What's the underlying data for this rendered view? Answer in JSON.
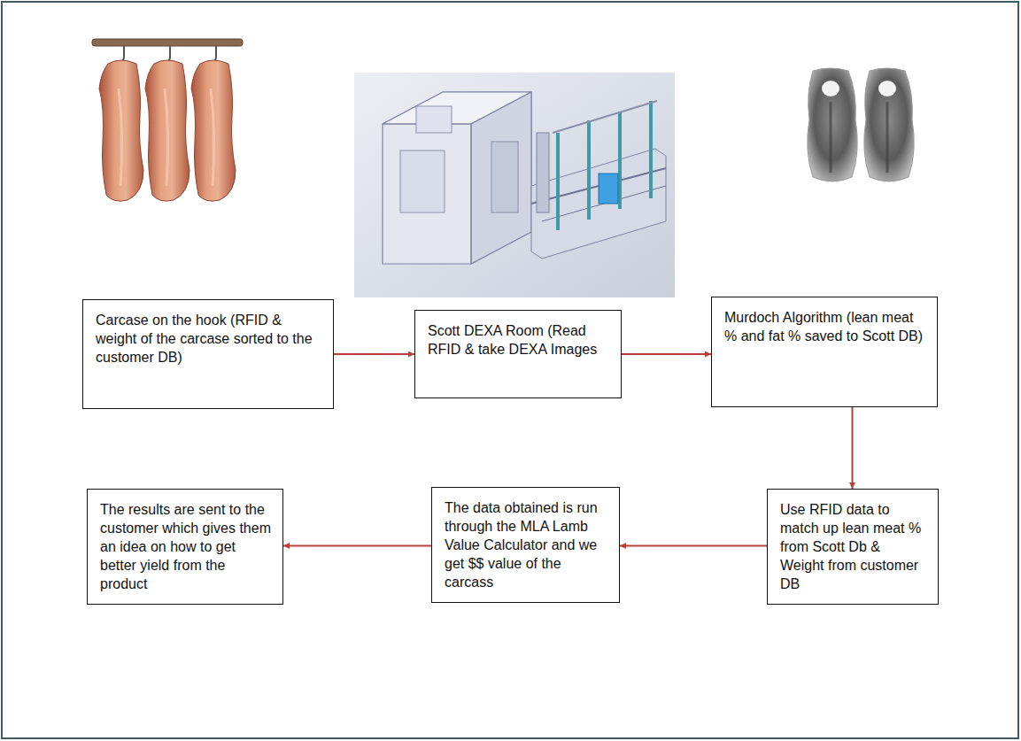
{
  "diagram": {
    "nodes": [
      {
        "text": [
          "Carcase on the hook (RFID & weight of the carcase sorted to the customer DB)"
        ]
      },
      {
        "text": [
          "Scott DEXA Room (Read RFID & take DEXA Images"
        ]
      },
      {
        "text": [
          "Murdoch Algorithm (lean meat % and fat % saved to Scott DB)"
        ]
      },
      {
        "text": [
          "Use RFID data to match up lean meat % from Scott Db & Weight from customer DB"
        ]
      },
      {
        "text": [
          "The data obtained is run through the MLA Lamb Value Calculator and we get $$ value of the carcass"
        ]
      },
      {
        "text": [
          "The results are sent to the customer which gives them an idea on how to get better yield from the product"
        ]
      }
    ],
    "edges": [
      {
        "from": 0,
        "to": 1,
        "arrow": "to"
      },
      {
        "from": 1,
        "to": 2,
        "arrow": "to"
      },
      {
        "from": 2,
        "to": 3,
        "arrow": "to"
      },
      {
        "from": 3,
        "to": 4,
        "arrow": "to"
      },
      {
        "from": 4,
        "to": 5,
        "arrow": "to"
      }
    ]
  }
}
